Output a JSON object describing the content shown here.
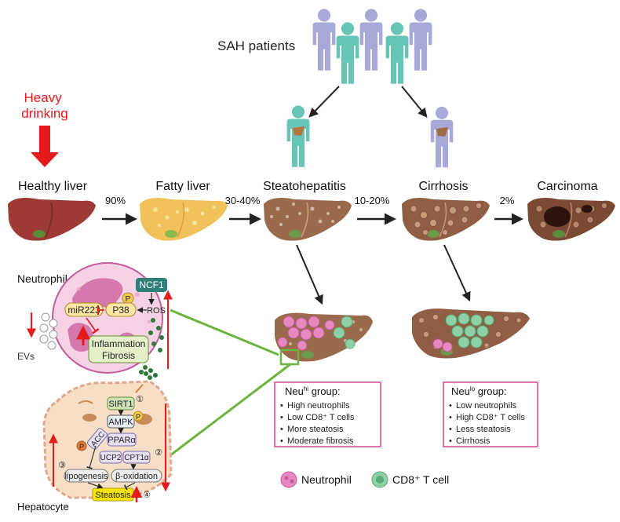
{
  "colors": {
    "purple_person": "#a8a9d8",
    "teal_person": "#67c5b5",
    "red": "#e21b1b",
    "green_line": "#6db33f",
    "magenta_box": "#d8438d",
    "healthy_liver": "#9c3a33",
    "fatty_liver": "#f0c25a",
    "diseased_liver": "#9a6a4d",
    "neutrophil": "#e589c0",
    "cd8": "#8fd0a6"
  },
  "patients_label": "SAH patients",
  "heavy_drinking": "Heavy\ndrinking",
  "stages": [
    {
      "label": "Healthy liver"
    },
    {
      "label": "Fatty liver"
    },
    {
      "label": "Steatohepatitis"
    },
    {
      "label": "Cirrhosis"
    },
    {
      "label": "Carcinoma"
    }
  ],
  "percents": [
    "90%",
    "30-40%",
    "10-20%",
    "2%"
  ],
  "neutrophil_panel": {
    "title": "Neutrophil",
    "ncf1": "NCF1",
    "p": "P",
    "p38": "P38",
    "ros": "ROS",
    "mir223": "miR223",
    "inflammation": "Inflammation",
    "fibrosis": "Fibrosis",
    "evs": "EVs"
  },
  "hepatocyte_panel": {
    "title": "Hepatocyte",
    "sirt1": "SIRT1",
    "ampk": "AMPK",
    "p": "P",
    "acc": "ACC",
    "ppara": "PPARα",
    "ucp2": "UCP2",
    "cpt1a": "CPT1α",
    "lipogenesis": "lipogenesis",
    "beta_oxidation": "β-oxidation",
    "steatosis": "Steatosis",
    "markers": [
      "①",
      "②",
      "③",
      "④"
    ]
  },
  "neu_hi_group": {
    "title": "Neu",
    "sup": "hi",
    "title_suffix": " group:",
    "items": [
      "High neutrophils",
      "Low CD8⁺ T cells",
      "More steatosis",
      "Moderate fibrosis"
    ]
  },
  "neu_lo_group": {
    "title": "Neu",
    "sup": "lo",
    "title_suffix": " group:",
    "items": [
      "Low neutrophils",
      "High CD8⁺ T cells",
      "Less steatosis",
      "Cirrhosis"
    ]
  },
  "legend": {
    "neutrophil": "Neutrophil",
    "cd8": "CD8⁺ T cell"
  }
}
